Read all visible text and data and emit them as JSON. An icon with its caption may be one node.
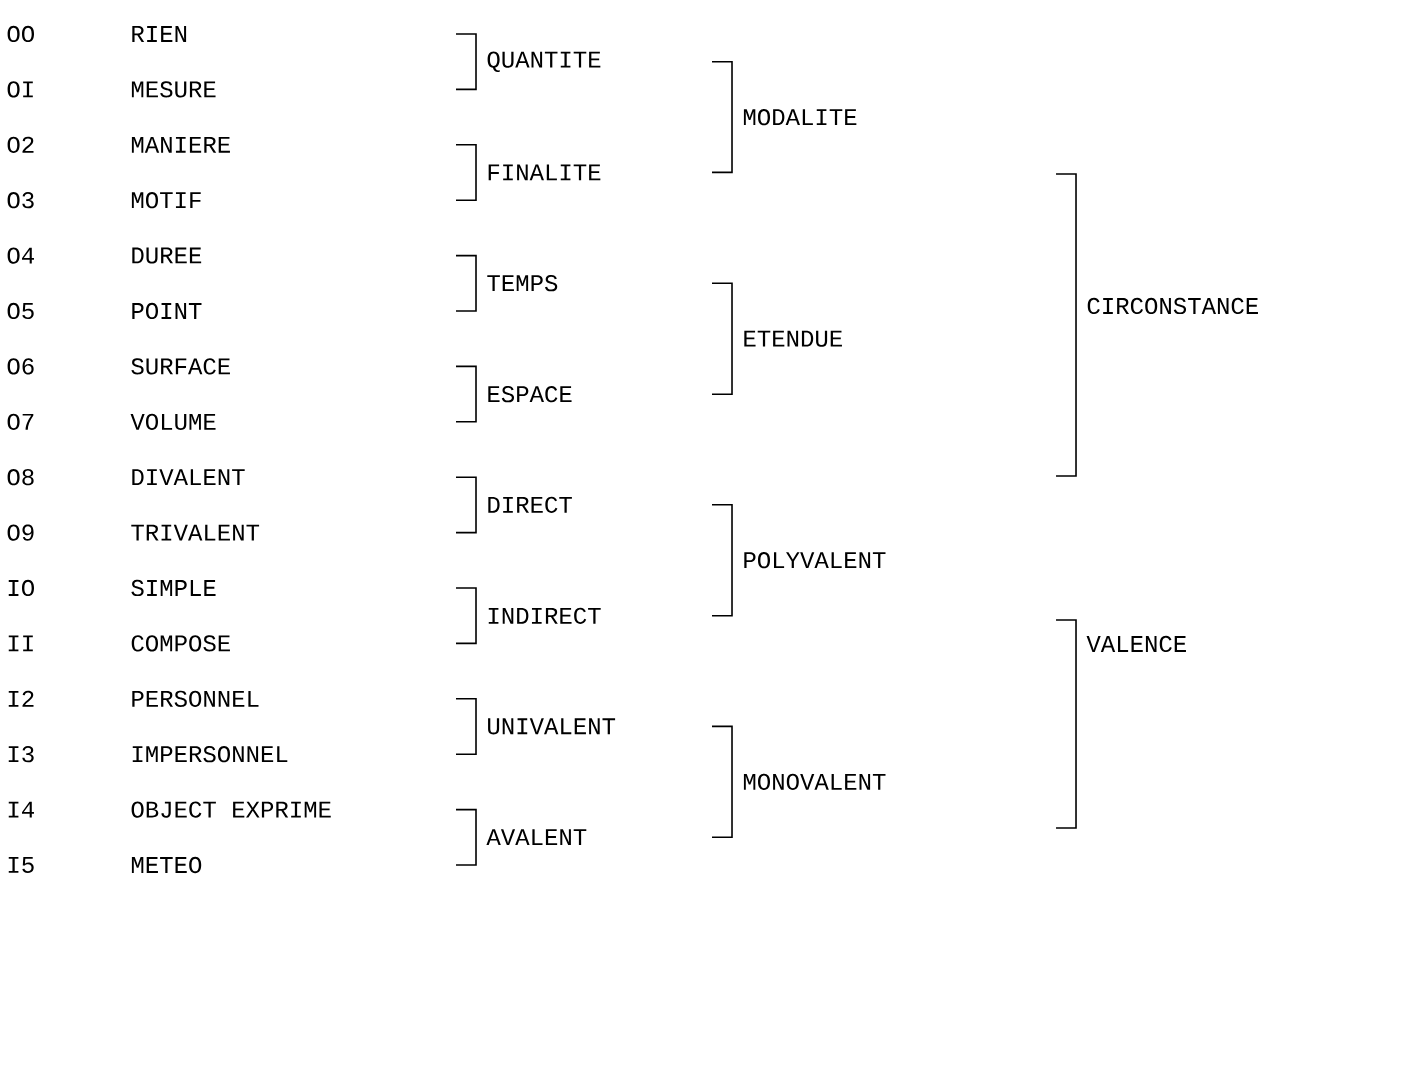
{
  "diagram": {
    "labels": [
      "OO",
      "RIEN",
      "OI",
      "MESURE",
      "O2",
      "MANIERE",
      "O3",
      "MOTIF",
      "O4",
      "DUREE",
      "O5",
      "POINT",
      "O6",
      "SURFACE",
      "O7",
      "VOLUME",
      "O8",
      "DIVALENT",
      "O9",
      "TRIVALENT",
      "IO",
      "SIMPLE",
      "II",
      "COMPOSE",
      "I2",
      "PERSONNEL",
      "I3",
      "IMPERSONNEL",
      "I4",
      "OBJECT EXPRIME",
      "I5",
      "METEO",
      "QUANTITE",
      "FINALITE",
      "TEMPS",
      "ESPACE",
      "DIRECT",
      "INDIRECT",
      "UNIVALENT",
      "AVALENT",
      "MODALITE",
      "ETENDUE",
      "POLYVALENT",
      "MONOVALENT",
      "CIRCONSTANCE",
      "VALENCE"
    ]
  }
}
